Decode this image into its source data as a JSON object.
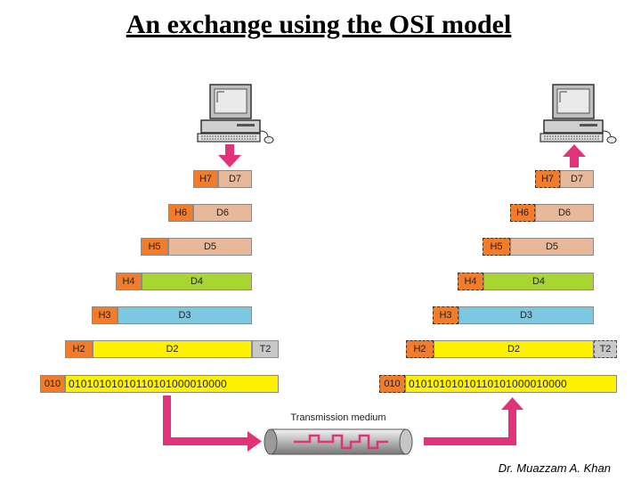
{
  "title": "An exchange using the OSI model",
  "author": "Dr. Muazzam A. Khan",
  "medium_label": "Transmission medium",
  "colors": {
    "header": "#f27c2a",
    "d7_d5": "#e8b89a",
    "d4": "#a8d530",
    "d3": "#7cc8e0",
    "d2": "#fff200",
    "trailer": "#c8c8c8",
    "arrow": "#e0337a"
  },
  "sender": {
    "layers": [
      {
        "header": "H7",
        "data": "D7"
      },
      {
        "header": "H6",
        "data": "D6"
      },
      {
        "header": "H5",
        "data": "D5"
      },
      {
        "header": "H4",
        "data": "D4"
      },
      {
        "header": "H3",
        "data": "D3"
      },
      {
        "header": "H2",
        "data": "D2",
        "trailer": "T2"
      }
    ],
    "bits_prefix": "010",
    "bits": "01010101010110101000010000"
  },
  "receiver": {
    "layers": [
      {
        "header": "H7",
        "data": "D7"
      },
      {
        "header": "H6",
        "data": "D6"
      },
      {
        "header": "H5",
        "data": "D5"
      },
      {
        "header": "H4",
        "data": "D4"
      },
      {
        "header": "H3",
        "data": "D3"
      },
      {
        "header": "H2",
        "data": "D2",
        "trailer": "T2"
      }
    ],
    "bits_prefix": "010",
    "bits": "01010101010110101000010000"
  },
  "icons": [
    "computer-icon",
    "arrow-icon",
    "cable-icon"
  ]
}
